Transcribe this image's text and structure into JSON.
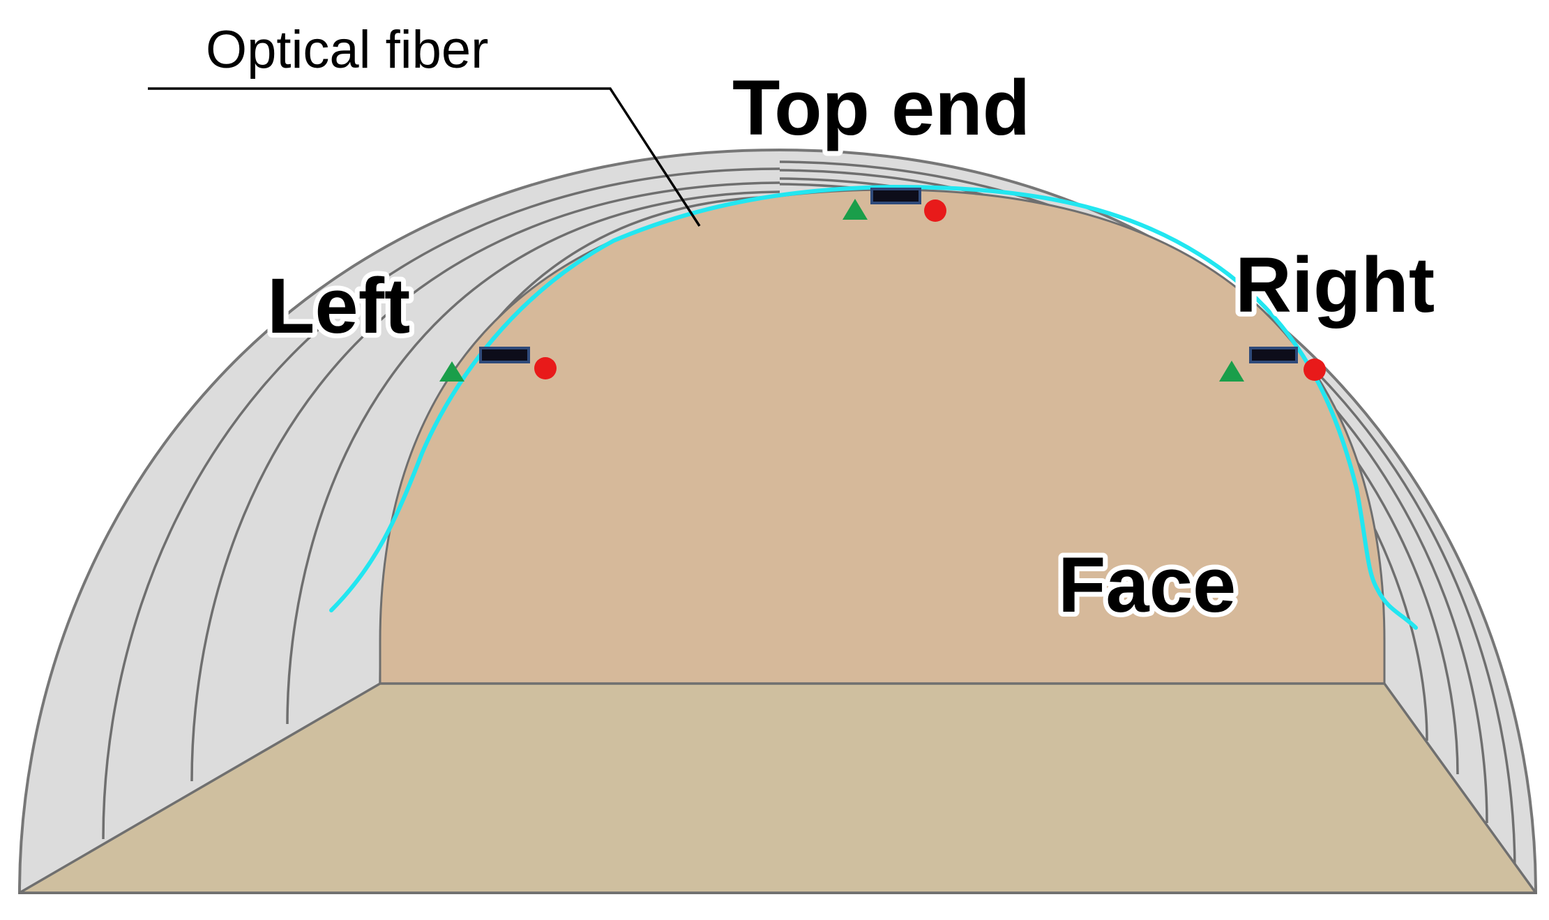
{
  "labels": {
    "optical_fiber": "Optical fiber",
    "top_end": "Top end",
    "left": "Left",
    "right": "Right",
    "face": "Face"
  },
  "colors": {
    "lining": "#dcdcdc",
    "lining_stroke": "#777777",
    "face": "#d6b99a",
    "floor": "#cfbf9f",
    "fiber": "#22e6f0",
    "sensor_box_fill": "#0d0d1a",
    "sensor_box_border": "#2f4a7a",
    "triangle_marker": "#1a9e4a",
    "circle_marker": "#e81a1a"
  },
  "icons": {
    "sensor": "sensor-box-icon",
    "triangle": "triangle-marker-icon",
    "circle": "circle-marker-icon"
  }
}
